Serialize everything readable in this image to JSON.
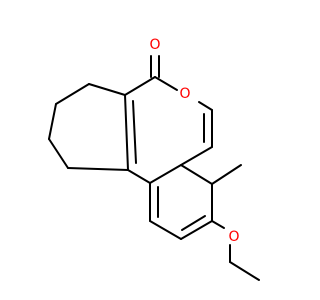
{
  "molecule": {
    "atoms": {
      "carbonyl_oxygen": {
        "symbol": "O",
        "color": "#ff0000"
      },
      "ring_oxygen": {
        "symbol": "O",
        "color": "#ff0000"
      },
      "methoxy_oxygen": {
        "symbol": "O",
        "color": "#ff0000"
      }
    },
    "colors": {
      "bond": "#000000",
      "heteroatom": "#ff0000",
      "background": "#ffffff"
    }
  }
}
